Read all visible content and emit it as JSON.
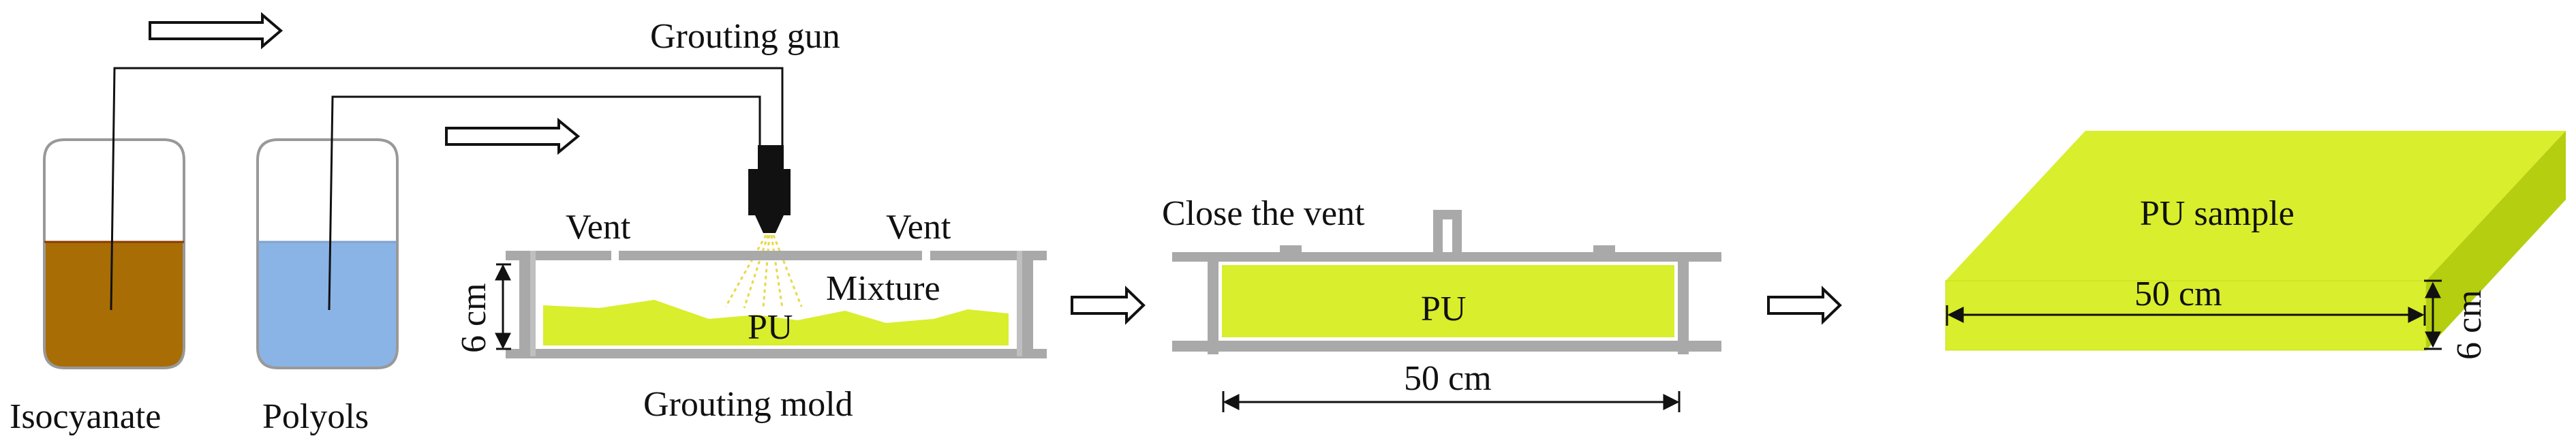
{
  "labels": {
    "grouting_gun": "Grouting gun",
    "isocyanate": "Isocyanate",
    "polyols": "Polyols",
    "vent_left": "Vent",
    "vent_right": "Vent",
    "mixture": "Mixture",
    "pu_in_mold": "PU",
    "height_left": "6 cm",
    "grouting_mold": "Grouting mold",
    "close_the_vent": "Close the vent",
    "pu_closed": "PU",
    "length_mold": "50 cm",
    "pu_sample": "PU sample",
    "length_sample": "50 cm",
    "height_sample": "6 cm"
  },
  "colors": {
    "isocyanate": "#a86d05",
    "polyols": "#8ab4e6",
    "pu": "#d9ee2c",
    "pu_side": "#b5ce0f",
    "pu_front": "#c4dc20",
    "mold": "#a9a9a9",
    "gun": "#111111",
    "spray": "#e8d94a"
  }
}
